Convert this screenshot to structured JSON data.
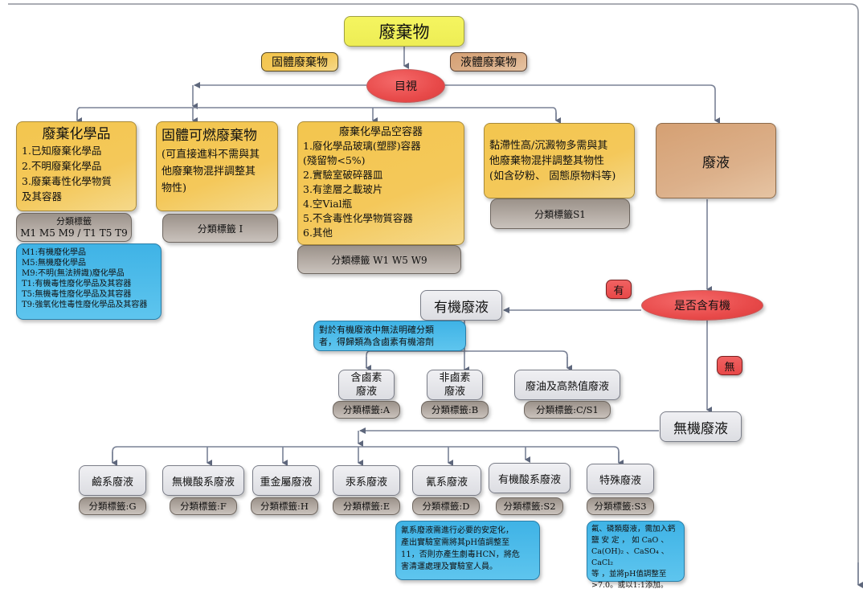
{
  "root": {
    "title": "廢棄物"
  },
  "branch_labels": {
    "solid": "固體廢棄物",
    "liquid": "液體廢棄物"
  },
  "decision_visual": "目視",
  "categories": [
    {
      "title": "廢棄化學品",
      "lines": [
        "1.已知廢棄化學品",
        "2.不明廢棄化學品",
        "3.廢棄毒性化學物質",
        "及其容器"
      ],
      "tag_lines": [
        "分類標籤",
        "M1 M5 M9 / T1 T5 T9"
      ]
    },
    {
      "title": "固體可燃廢棄物",
      "lines": [
        "(可直接進料不需與其",
        "他廢棄物混拌調整其",
        "物性)"
      ],
      "tag": "分類標籤 I"
    },
    {
      "title": "廢棄化學品空容器",
      "lines": [
        "1.廢化學品玻璃(塑膠)容器",
        "(殘留物<5%)",
        "2.實驗室破碎器皿",
        "3.有塗層之載玻片",
        "4.空Vial瓶",
        "5.不含毒性化學物質容器",
        "6.其他"
      ],
      "tag": "分類標籤 W1 W5 W9"
    },
    {
      "lines": [
        "黏滯性高/沉澱物多需與其",
        "他廢棄物混拌調整其物性",
        "(如含矽粉、 固態原物料等)"
      ],
      "tag": "分類標籤S1"
    },
    {
      "title": "廢液"
    }
  ],
  "legend_note": {
    "lines": [
      "M1:有機廢化學品",
      "M5:無機廢化學品",
      "M9:不明(無法辨識)廢化學品",
      "T1:有機毒性廢化學品及其容器",
      "T5:無機毒性廢化學品及其容器",
      "T9:強氧化性毒性廢化學品及其容器"
    ]
  },
  "decision_organic": "是否含有機",
  "answer_yes": "有",
  "answer_no": "無",
  "organic": {
    "title": "有機廢液",
    "note_lines": [
      "對於有機廢液中無法明確分類",
      "者，得歸類為含鹵素有機溶劑"
    ],
    "children": [
      {
        "lines": [
          "含鹵素",
          "廢液"
        ],
        "tag": "分類標籤:A"
      },
      {
        "lines": [
          "非鹵素",
          "廢液"
        ],
        "tag": "分類標籤:B"
      },
      {
        "lines": [
          "廢油及高熱值廢液"
        ],
        "tag": "分類標籤:C/S1"
      }
    ]
  },
  "inorganic": {
    "title": "無機廢液",
    "children": [
      {
        "label": "鹼系廢液",
        "tag": "分類標籤:G"
      },
      {
        "label": "無機酸系廢液",
        "tag": "分類標籤:F"
      },
      {
        "label": "重金屬廢液",
        "tag": "分類標籤:H"
      },
      {
        "label": "汞系廢液",
        "tag": "分類標籤:E"
      },
      {
        "label": "氰系廢液",
        "tag": "分類標籤:D"
      },
      {
        "label": "有機酸系廢液",
        "tag": "分類標籤:S2"
      },
      {
        "label": "特殊廢液",
        "tag": "分類標籤:S3"
      }
    ],
    "cyanide_note": [
      "氰系廢液需進行必要的安定化，",
      "產出實驗室需將其pH值調整至",
      "11，否則亦產生劇毒HCN，將危",
      "害清運處理及實驗室人員。"
    ],
    "special_note": [
      "氟、磷類廢液，需加入鈣",
      "鹽 安 定 ， 如 CaO 、",
      "Ca(OH)₂ 、CaSO₄ 、CaCl₂",
      "等 ，並將pH值調整至",
      ">7.0。或以1:1添加。"
    ]
  },
  "colors": {
    "yellow_box": "#f3c64e",
    "tan_box": "#d5a073",
    "root_box": "#f5f560",
    "red_decision": "#e84848",
    "tag_box": "#b3aaa3",
    "note_blue": "#4fbce9",
    "connector": "#6a7388"
  }
}
